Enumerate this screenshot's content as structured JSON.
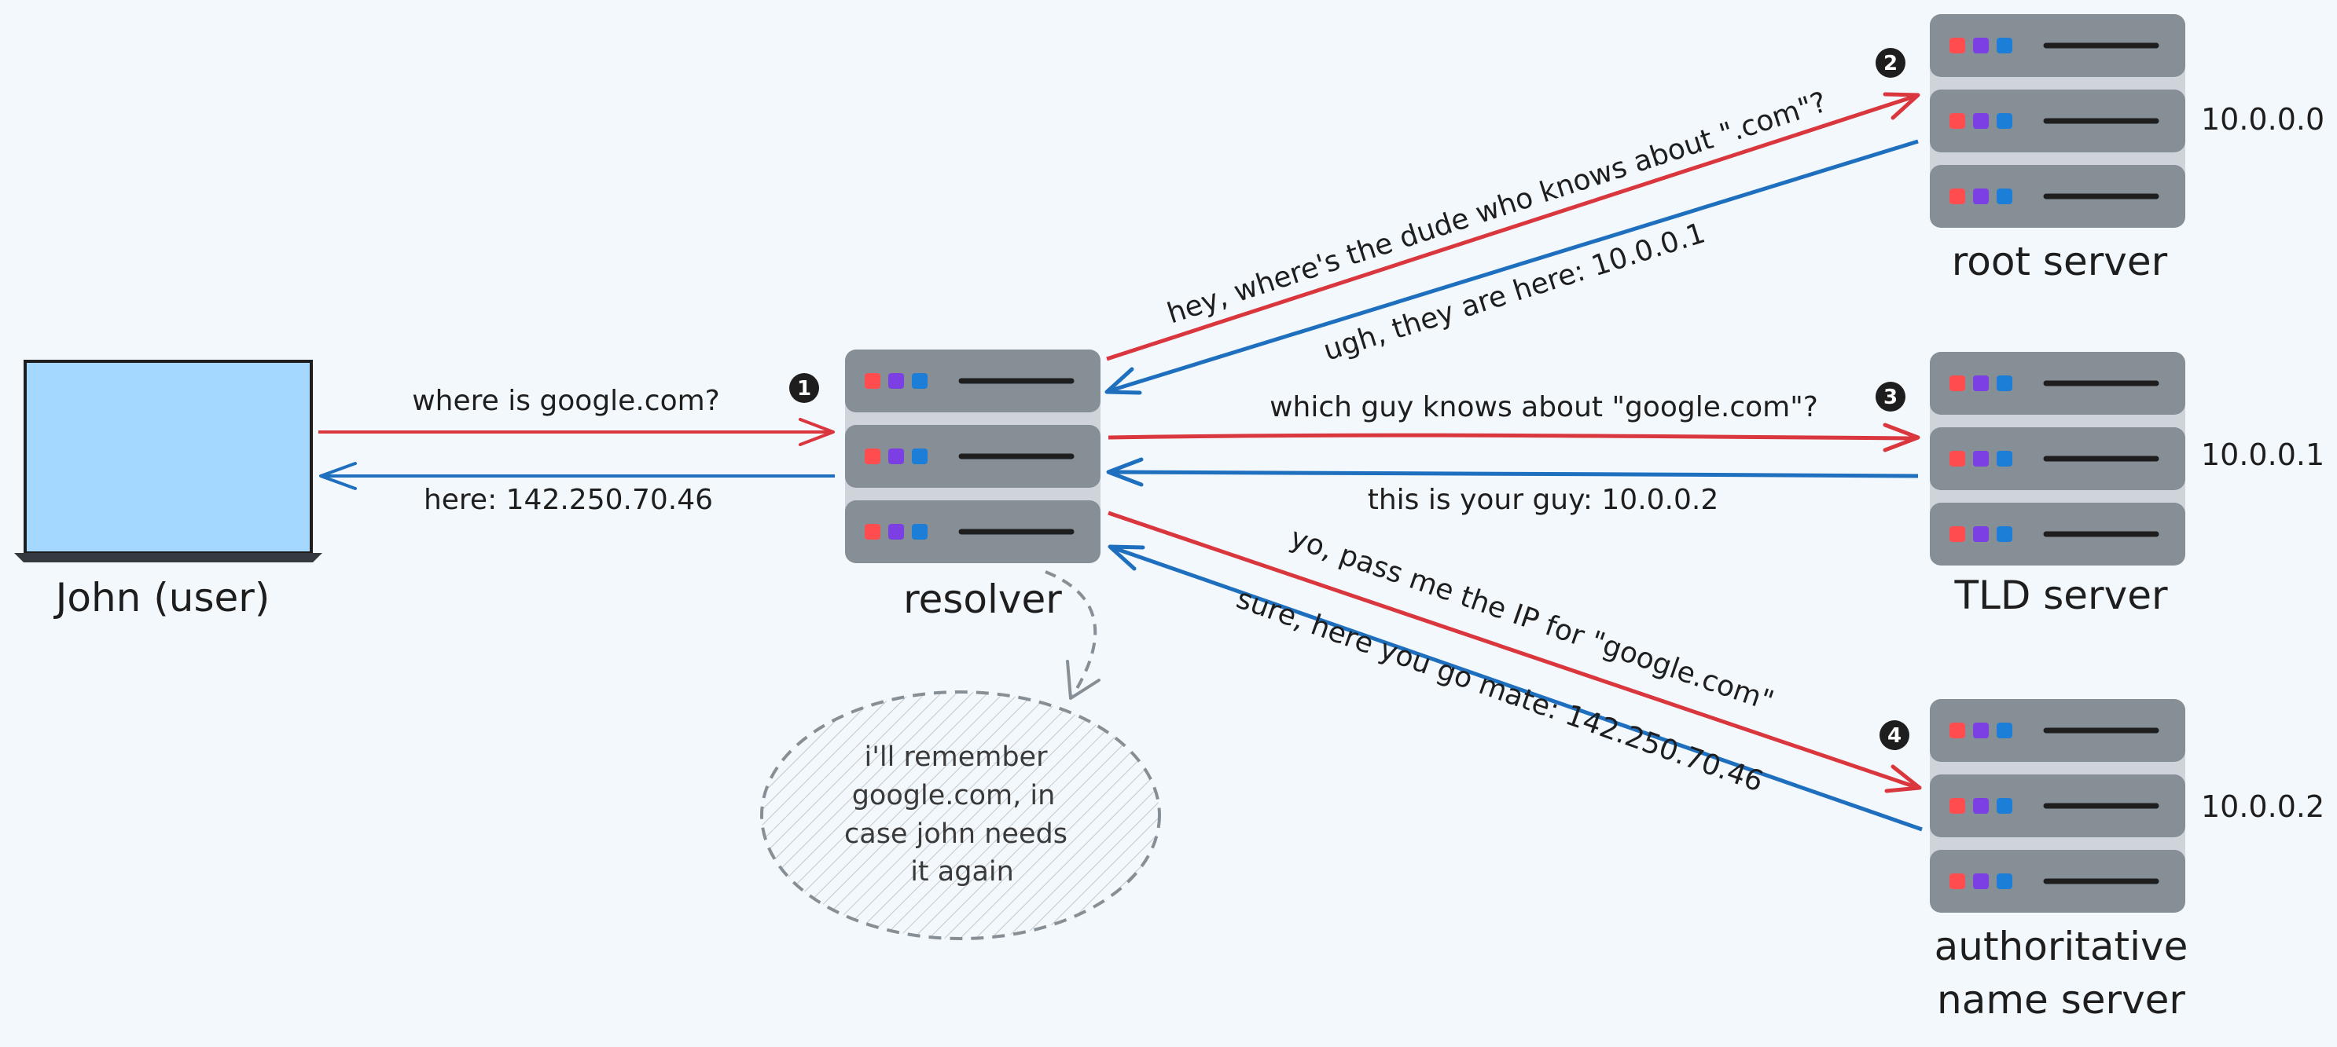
{
  "nodes": {
    "user": {
      "label": "John (user)"
    },
    "resolver": {
      "label": "resolver",
      "step": "1"
    },
    "root": {
      "label": "root server",
      "ip": "10.0.0.0",
      "step": "2"
    },
    "tld": {
      "label": "TLD server",
      "ip": "10.0.0.1",
      "step": "3"
    },
    "auth": {
      "label_line1": "authoritative",
      "label_line2": "name server",
      "ip": "10.0.0.2",
      "step": "4"
    }
  },
  "messages": {
    "user_query": "where is google.com?",
    "user_answer": "here: 142.250.70.46",
    "root_query": "hey, where's the dude who knows about \".com\"?",
    "root_answer": "ugh, they are here: 10.0.0.1",
    "tld_query": "which guy knows about \"google.com\"?",
    "tld_answer": "this is your guy: 10.0.0.2",
    "auth_query": "yo, pass me the IP for \"google.com\"",
    "auth_answer": "sure, here you go mate: 142.250.70.46"
  },
  "note": {
    "line1": "i'll remember",
    "line2": "google.com, in",
    "line3": "case john needs",
    "line4": "it again"
  },
  "colors": {
    "request": "#d9373d",
    "response": "#1f6fbf",
    "server_body": "#868e96",
    "server_gap": "#ced4da",
    "led_red": "#ff4d4f",
    "led_purple": "#7b3fe4",
    "led_blue": "#1c7ed6",
    "laptop_screen": "#a5d8ff"
  },
  "icons": [
    "laptop-icon",
    "server-rack-icon",
    "step-badge-icon"
  ]
}
